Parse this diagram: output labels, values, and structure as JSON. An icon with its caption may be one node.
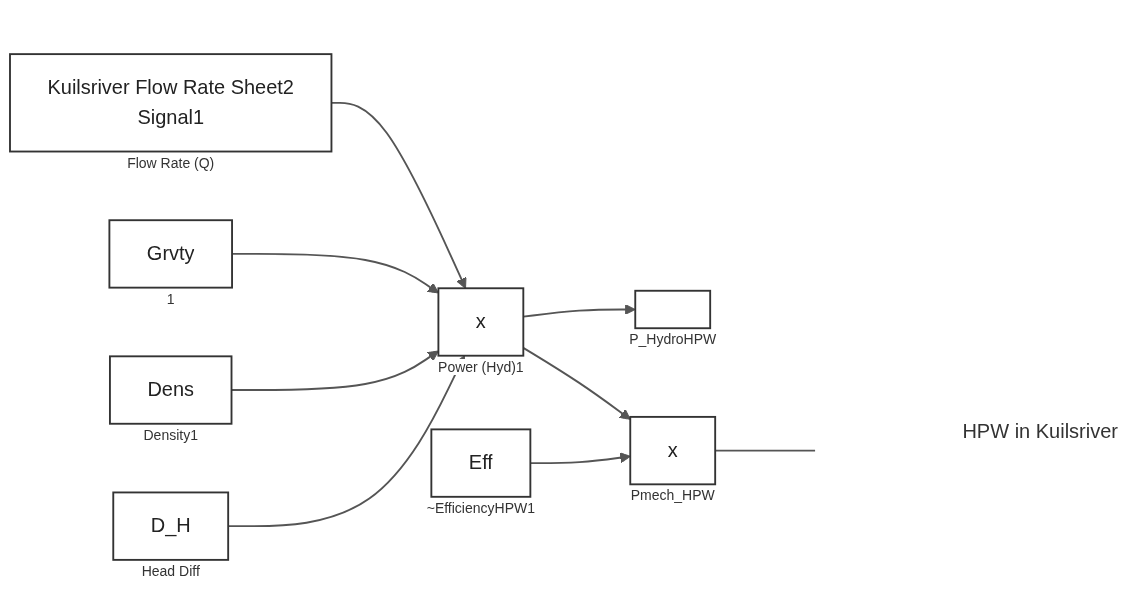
{
  "diagram": {
    "nodes": [
      {
        "text": [
          "Kuilsriver Flow Rate Sheet2",
          "Signal1"
        ],
        "beside": [
          "Flow Rate (Q)"
        ]
      },
      {
        "text": [
          "Grvty"
        ],
        "beside": [
          "1"
        ]
      },
      {
        "text": [
          "Dens"
        ],
        "beside": [
          "Density1"
        ]
      },
      {
        "text": [
          "D_H"
        ],
        "beside": [
          "Head Diff"
        ]
      },
      {
        "text": [
          "x"
        ],
        "beside": [
          "Power (Hyd)1"
        ]
      },
      {
        "text": [],
        "shape": "box",
        "beside": [
          "P_HydroHPW"
        ]
      },
      {
        "text": [
          "x"
        ],
        "beside": [
          "Pmech_HPW"
        ]
      },
      {
        "text": [
          "Eff"
        ],
        "beside": [
          "~EfficiencyHPW1"
        ]
      }
    ],
    "edges": [
      {
        "from": 0,
        "to": 4,
        "arrow": "to"
      },
      {
        "from": 1,
        "to": 4,
        "arrow": "to"
      },
      {
        "from": 2,
        "to": 4,
        "arrow": "to"
      },
      {
        "from": 3,
        "to": 4,
        "arrow": "to"
      },
      {
        "from": 4,
        "to": 5,
        "arrow": "to"
      },
      {
        "from": 4,
        "to": 6,
        "arrow": "to"
      },
      {
        "from": 7,
        "to": 6,
        "arrow": "to"
      },
      {
        "from": 6,
        "to": null,
        "arrow": "none"
      }
    ],
    "labels": [
      "HPW in Kuilsriver"
    ]
  }
}
